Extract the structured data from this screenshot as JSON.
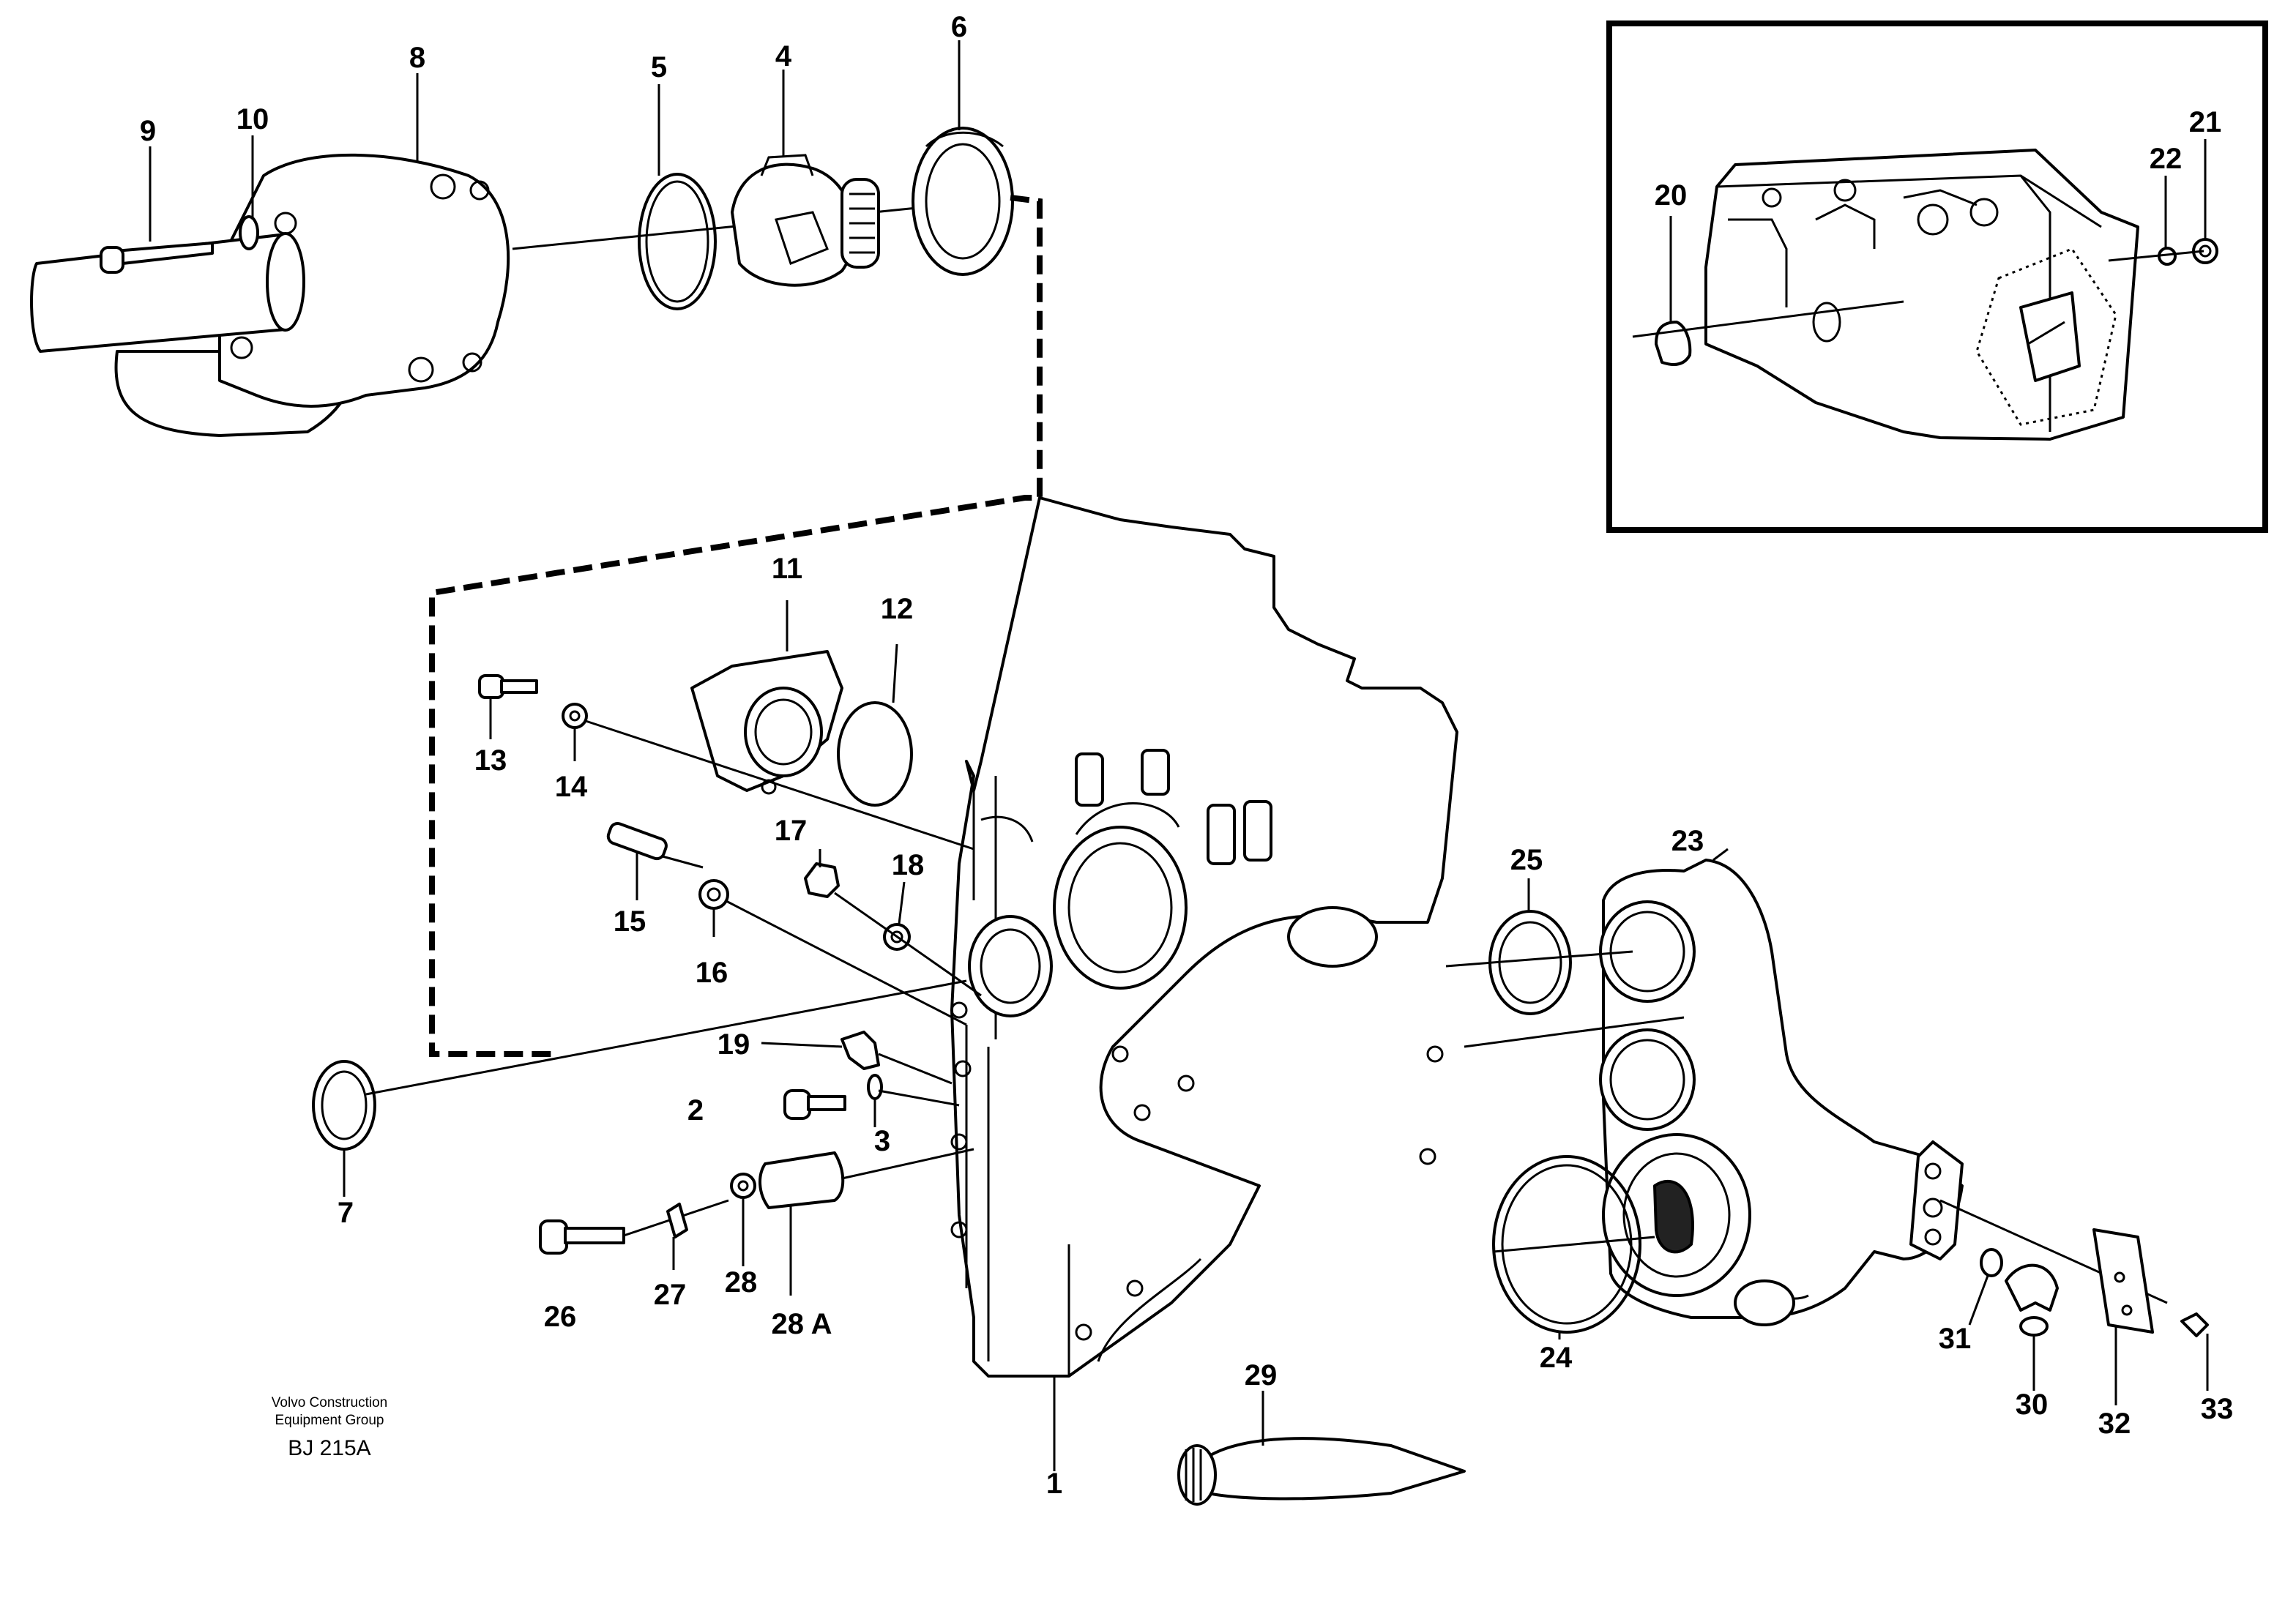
{
  "figure": {
    "credit_line1": "Volvo Construction",
    "credit_line2": "Equipment Group",
    "code": "BJ 215A"
  },
  "callouts": {
    "c1": "1",
    "c2": "2",
    "c3": "3",
    "c4": "4",
    "c5": "5",
    "c6": "6",
    "c7": "7",
    "c8": "8",
    "c9": "9",
    "c10": "10",
    "c11": "11",
    "c12": "12",
    "c13": "13",
    "c14": "14",
    "c15": "15",
    "c16": "16",
    "c17": "17",
    "c18": "18",
    "c19": "19",
    "c20": "20",
    "c21": "21",
    "c22": "22",
    "c23": "23",
    "c24": "24",
    "c25": "25",
    "c26": "26",
    "c27": "27",
    "c28": "28",
    "c28a": "28 A",
    "c29": "29",
    "c30": "30",
    "c31": "31",
    "c32": "32",
    "c33": "33"
  }
}
